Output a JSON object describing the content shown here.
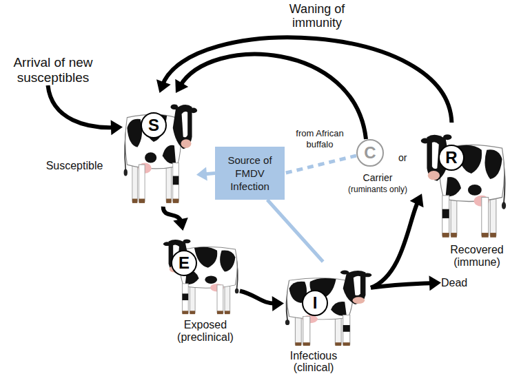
{
  "diagram": {
    "nodes": [
      {
        "text": [
          "Arrival of new susceptibles"
        ]
      },
      {
        "text": [
          "S",
          "Susceptible"
        ]
      },
      {
        "text": [
          "Source of FMDV Infection"
        ]
      },
      {
        "text": [
          "C",
          "Carrier",
          "(ruminants only)"
        ]
      },
      {
        "text": [
          "R",
          "Recovered (immune)"
        ]
      },
      {
        "text": [
          "E",
          "Exposed (preclinical)"
        ]
      },
      {
        "text": [
          "I",
          "Infectious (clinical)"
        ]
      },
      {
        "text": [
          "Dead"
        ]
      }
    ],
    "edges": [
      {
        "from": 0,
        "to": 1,
        "arrow": "to"
      },
      {
        "from": 4,
        "to": 1,
        "label": "Waning of immunity",
        "arrow": "to"
      },
      {
        "from": 3,
        "to": 1,
        "arrow": "to"
      },
      {
        "from": 3,
        "to": 2,
        "label": "from African buffalo",
        "arrow": "none"
      },
      {
        "from": 2,
        "to": 1,
        "arrow": "to"
      },
      {
        "from": 6,
        "to": 2,
        "arrow": "none"
      },
      {
        "from": 1,
        "to": 5,
        "arrow": "to"
      },
      {
        "from": 5,
        "to": 6,
        "arrow": "to"
      },
      {
        "from": 6,
        "to": 4,
        "arrow": "to"
      },
      {
        "from": 6,
        "to": 7,
        "arrow": "to"
      }
    ],
    "labels": [
      "or"
    ]
  }
}
